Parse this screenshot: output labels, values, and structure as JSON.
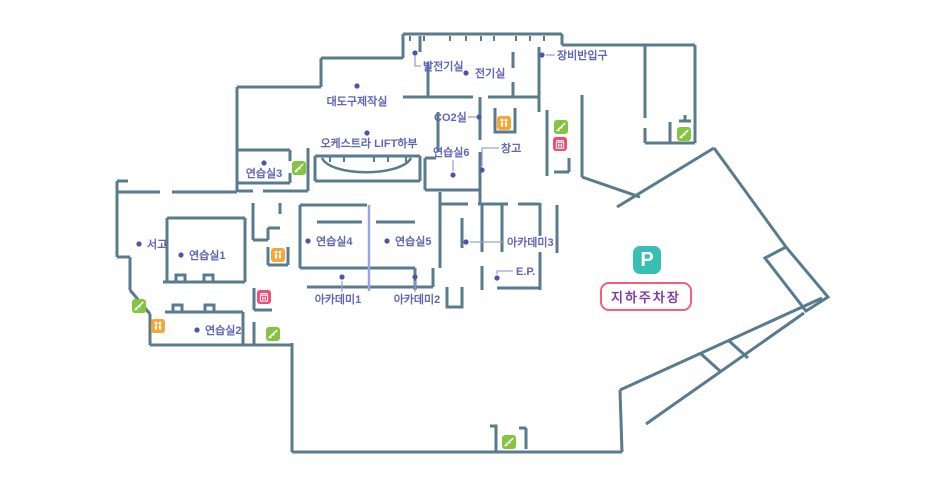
{
  "app": {
    "type": "building-floor-plan",
    "floor": "지하주차장"
  },
  "parking": {
    "symbol": "P",
    "label": "지하주차장"
  },
  "rooms": [
    {
      "id": "generator-room",
      "label": "발전기실"
    },
    {
      "id": "electrical-room",
      "label": "전기실"
    },
    {
      "id": "equipment-entrance",
      "label": "장비반입구"
    },
    {
      "id": "props-workshop",
      "label": "대도구제작실"
    },
    {
      "id": "co2-room",
      "label": "CO2실"
    },
    {
      "id": "orchestra-lift",
      "label": "오케스트라 LIFT하부"
    },
    {
      "id": "practice-room-6",
      "label": "연습실6"
    },
    {
      "id": "storage",
      "label": "창고"
    },
    {
      "id": "practice-room-3",
      "label": "연습실3"
    },
    {
      "id": "archive",
      "label": "서고"
    },
    {
      "id": "practice-room-1",
      "label": "연습실1"
    },
    {
      "id": "practice-room-2",
      "label": "연습실2"
    },
    {
      "id": "practice-room-4",
      "label": "연습실4"
    },
    {
      "id": "practice-room-5",
      "label": "연습실5"
    },
    {
      "id": "academy-3",
      "label": "아카데미3"
    },
    {
      "id": "ep",
      "label": "E.P."
    },
    {
      "id": "academy-1",
      "label": "아카데미1"
    },
    {
      "id": "academy-2",
      "label": "아카데미2"
    }
  ],
  "icon_legend": [
    {
      "type": "escalator",
      "color": "#85c440",
      "count": 6
    },
    {
      "type": "restroom",
      "color": "#f5a733",
      "count": 3
    },
    {
      "type": "elevator",
      "color": "#ee4d77",
      "count": 2
    }
  ],
  "colors": {
    "wall": "#587b8e",
    "label_text": "#6066b5",
    "label_dot": "#4d55a8",
    "leader_line": "#9aa0d8",
    "partition": "#9aa5dc",
    "escalator": "#85c440",
    "restroom": "#f5a733",
    "elevator": "#ee4d77",
    "parking_symbol_bg": "#38bfb4",
    "parking_badge_border": "#f2607c",
    "parking_badge_text": "#7d3da3"
  }
}
